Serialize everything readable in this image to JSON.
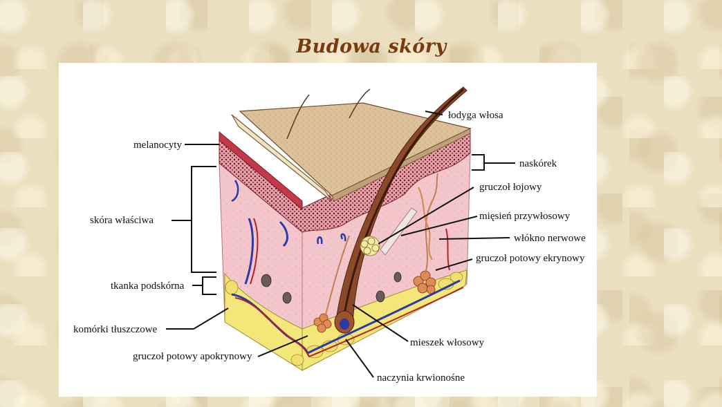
{
  "title": "Budowa skóry",
  "labels": {
    "lodyga": "łodyga włosa",
    "melanocyty": "melanocyty",
    "naskorek": "naskórek",
    "gruczol_lojowy": "gruczoł łojowy",
    "skora_wlasciwa": "skóra właściwa",
    "miesien": "mięsień przywłosowy",
    "wlokno": "włókno nerwowe",
    "ekrynowy": "gruczoł potowy ekrynowy",
    "podskorna": "tkanka podskórna",
    "tluszczowe": "komórki tłuszczowe",
    "mieszek": "mieszek włosowy",
    "apokrynowy": "gruczoł potowy apokrynowy",
    "naczynia": "naczynia krwionośne"
  },
  "colors": {
    "title": "#7a3a10",
    "epidermis_top": "#d7b98e",
    "dermis": "#f2c4c9",
    "fat": "#f3e77a",
    "vessel_blue": "#2a3aa8",
    "vessel_red": "#b3202a",
    "hair": "#5a2a12"
  }
}
